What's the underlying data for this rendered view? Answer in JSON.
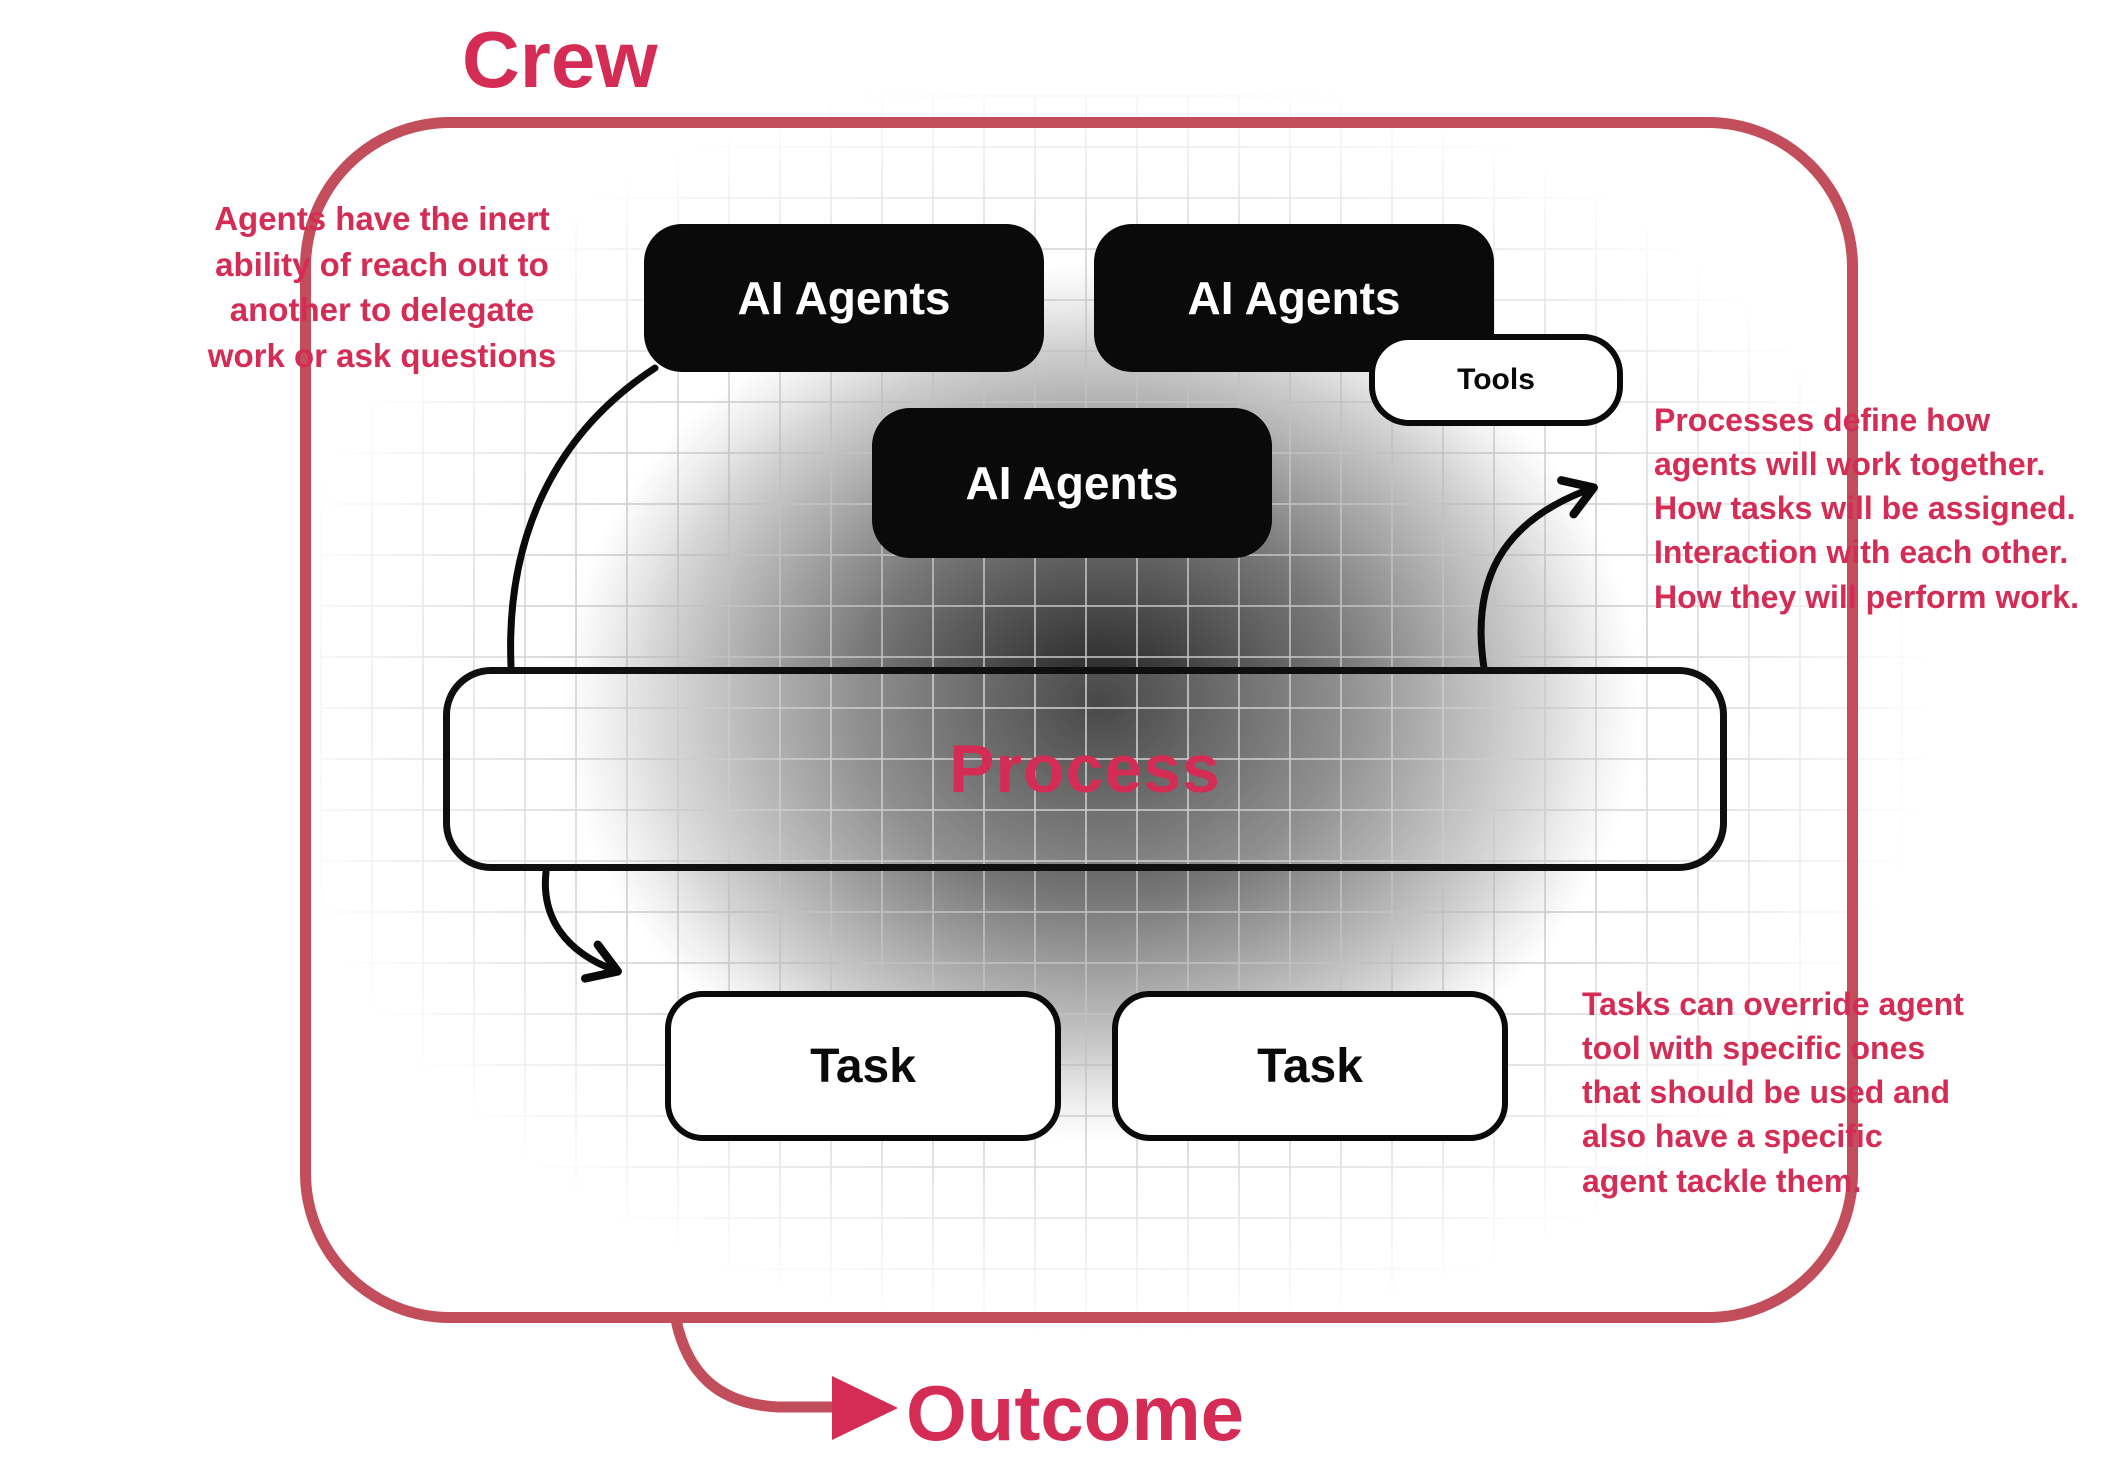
{
  "colors": {
    "accent": "#d52c55",
    "crew_border": "#c24e5b",
    "node_black": "#0a0a0a",
    "grid_line": "#c1c1c1"
  },
  "title": "Crew",
  "outcome_label": "Outcome",
  "diagram": {
    "agent_nodes": [
      {
        "label": "AI Agents"
      },
      {
        "label": "AI Agents"
      },
      {
        "label": "AI Agents"
      }
    ],
    "tools_label": "Tools",
    "process_label": "Process",
    "task_nodes": [
      {
        "label": "Task"
      },
      {
        "label": "Task"
      }
    ]
  },
  "annotations": {
    "agents_note": "Agents have the inert\nability of reach out to\nanother to delegate\nwork or ask questions",
    "process_note": "Processes define how\nagents will work together.\nHow tasks will be assigned.\nInteraction with each other.\nHow they will perform work.",
    "tasks_note": "Tasks can override agent\ntool with specific ones\nthat should be used and\nalso have a specific\nagent tackle them."
  }
}
